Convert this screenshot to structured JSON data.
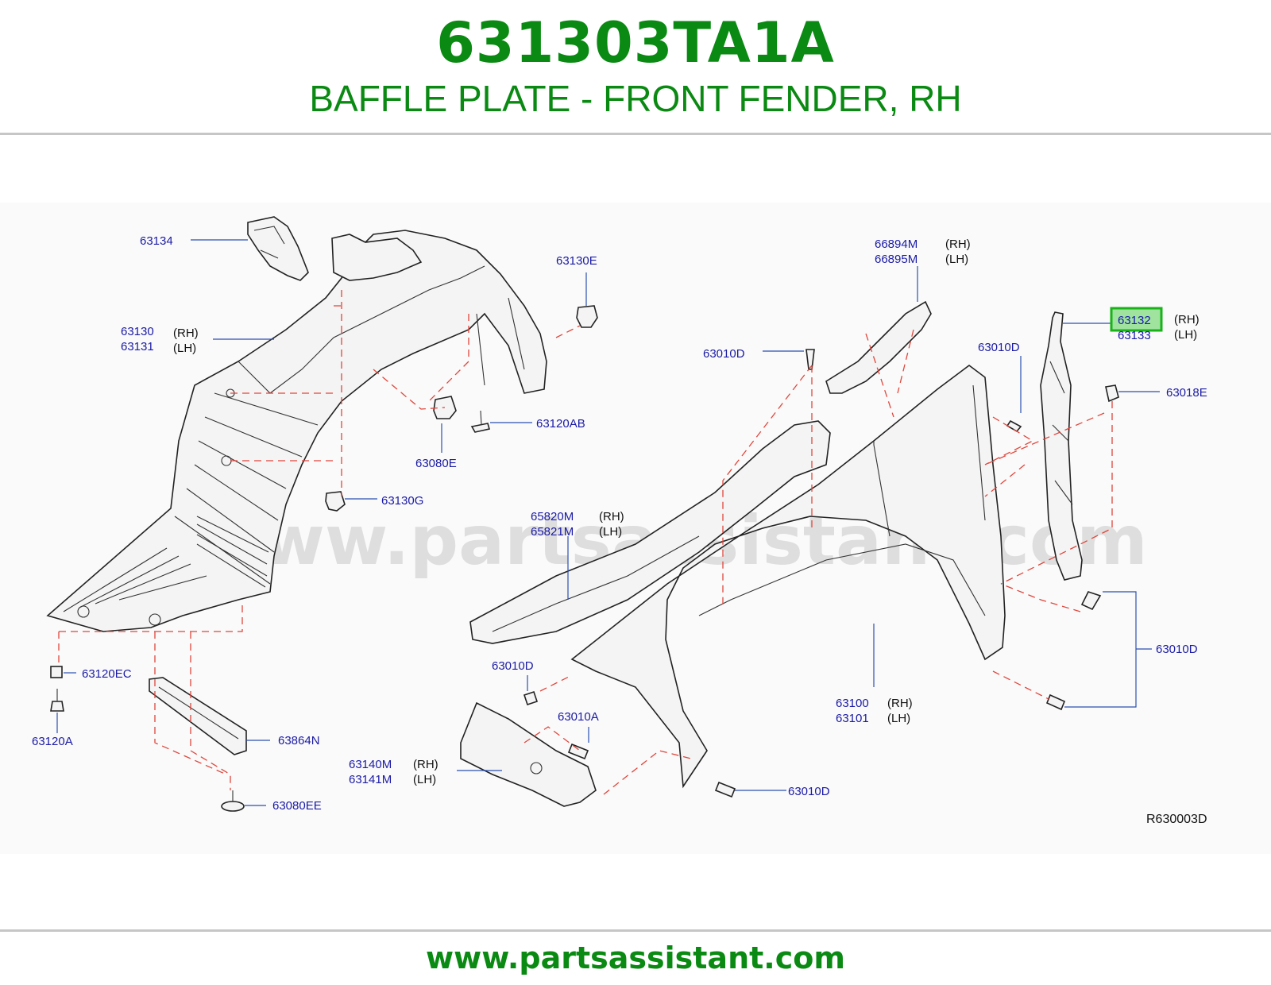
{
  "header": {
    "part_number": "631303TA1A",
    "part_name": "BAFFLE PLATE - FRONT FENDER, RH"
  },
  "diagram": {
    "reference_code": "R630003D",
    "watermark": "www.partsassistant.com",
    "labels": {
      "p63134": "63134",
      "p63130": "63130",
      "p63130_side": "(RH)",
      "p63131": "63131",
      "p63131_side": "(LH)",
      "p63130E": "63130E",
      "p63120AB": "63120AB",
      "p63080E": "63080E",
      "p63130G": "63130G",
      "p63120EC": "63120EC",
      "p63120A": "63120A",
      "p63864N": "63864N",
      "p63080EE": "63080EE",
      "p66894M": "66894M",
      "p66894M_side": "(RH)",
      "p66895M": "66895M",
      "p66895M_side": "(LH)",
      "p63010D_a": "63010D",
      "p63010D_b": "63010D",
      "p63132": "63132",
      "p63132_side": "(RH)",
      "p63133": "63133",
      "p63133_side": "(LH)",
      "p63018E": "63018E",
      "p65820M": "65820M",
      "p65820M_side": "(RH)",
      "p65821M": "65821M",
      "p65821M_side": "(LH)",
      "p63010D_c": "63010D",
      "p63010D_d": "63010D",
      "p63010A": "63010A",
      "p63140M": "63140M",
      "p63140M_side": "(RH)",
      "p63141M": "63141M",
      "p63141M_side": "(LH)",
      "p63100": "63100",
      "p63100_side": "(RH)",
      "p63101": "63101",
      "p63101_side": "(LH)",
      "p63010D_e": "63010D"
    },
    "highlighted_part": "63132",
    "colors": {
      "brand_green": "#0a8a12",
      "label_blue": "#1a1aa6",
      "dashed_red": "#e0463c",
      "highlight_fill": "#9fe39f",
      "highlight_border": "#19b319"
    }
  },
  "footer": {
    "url": "www.partsassistant.com"
  }
}
